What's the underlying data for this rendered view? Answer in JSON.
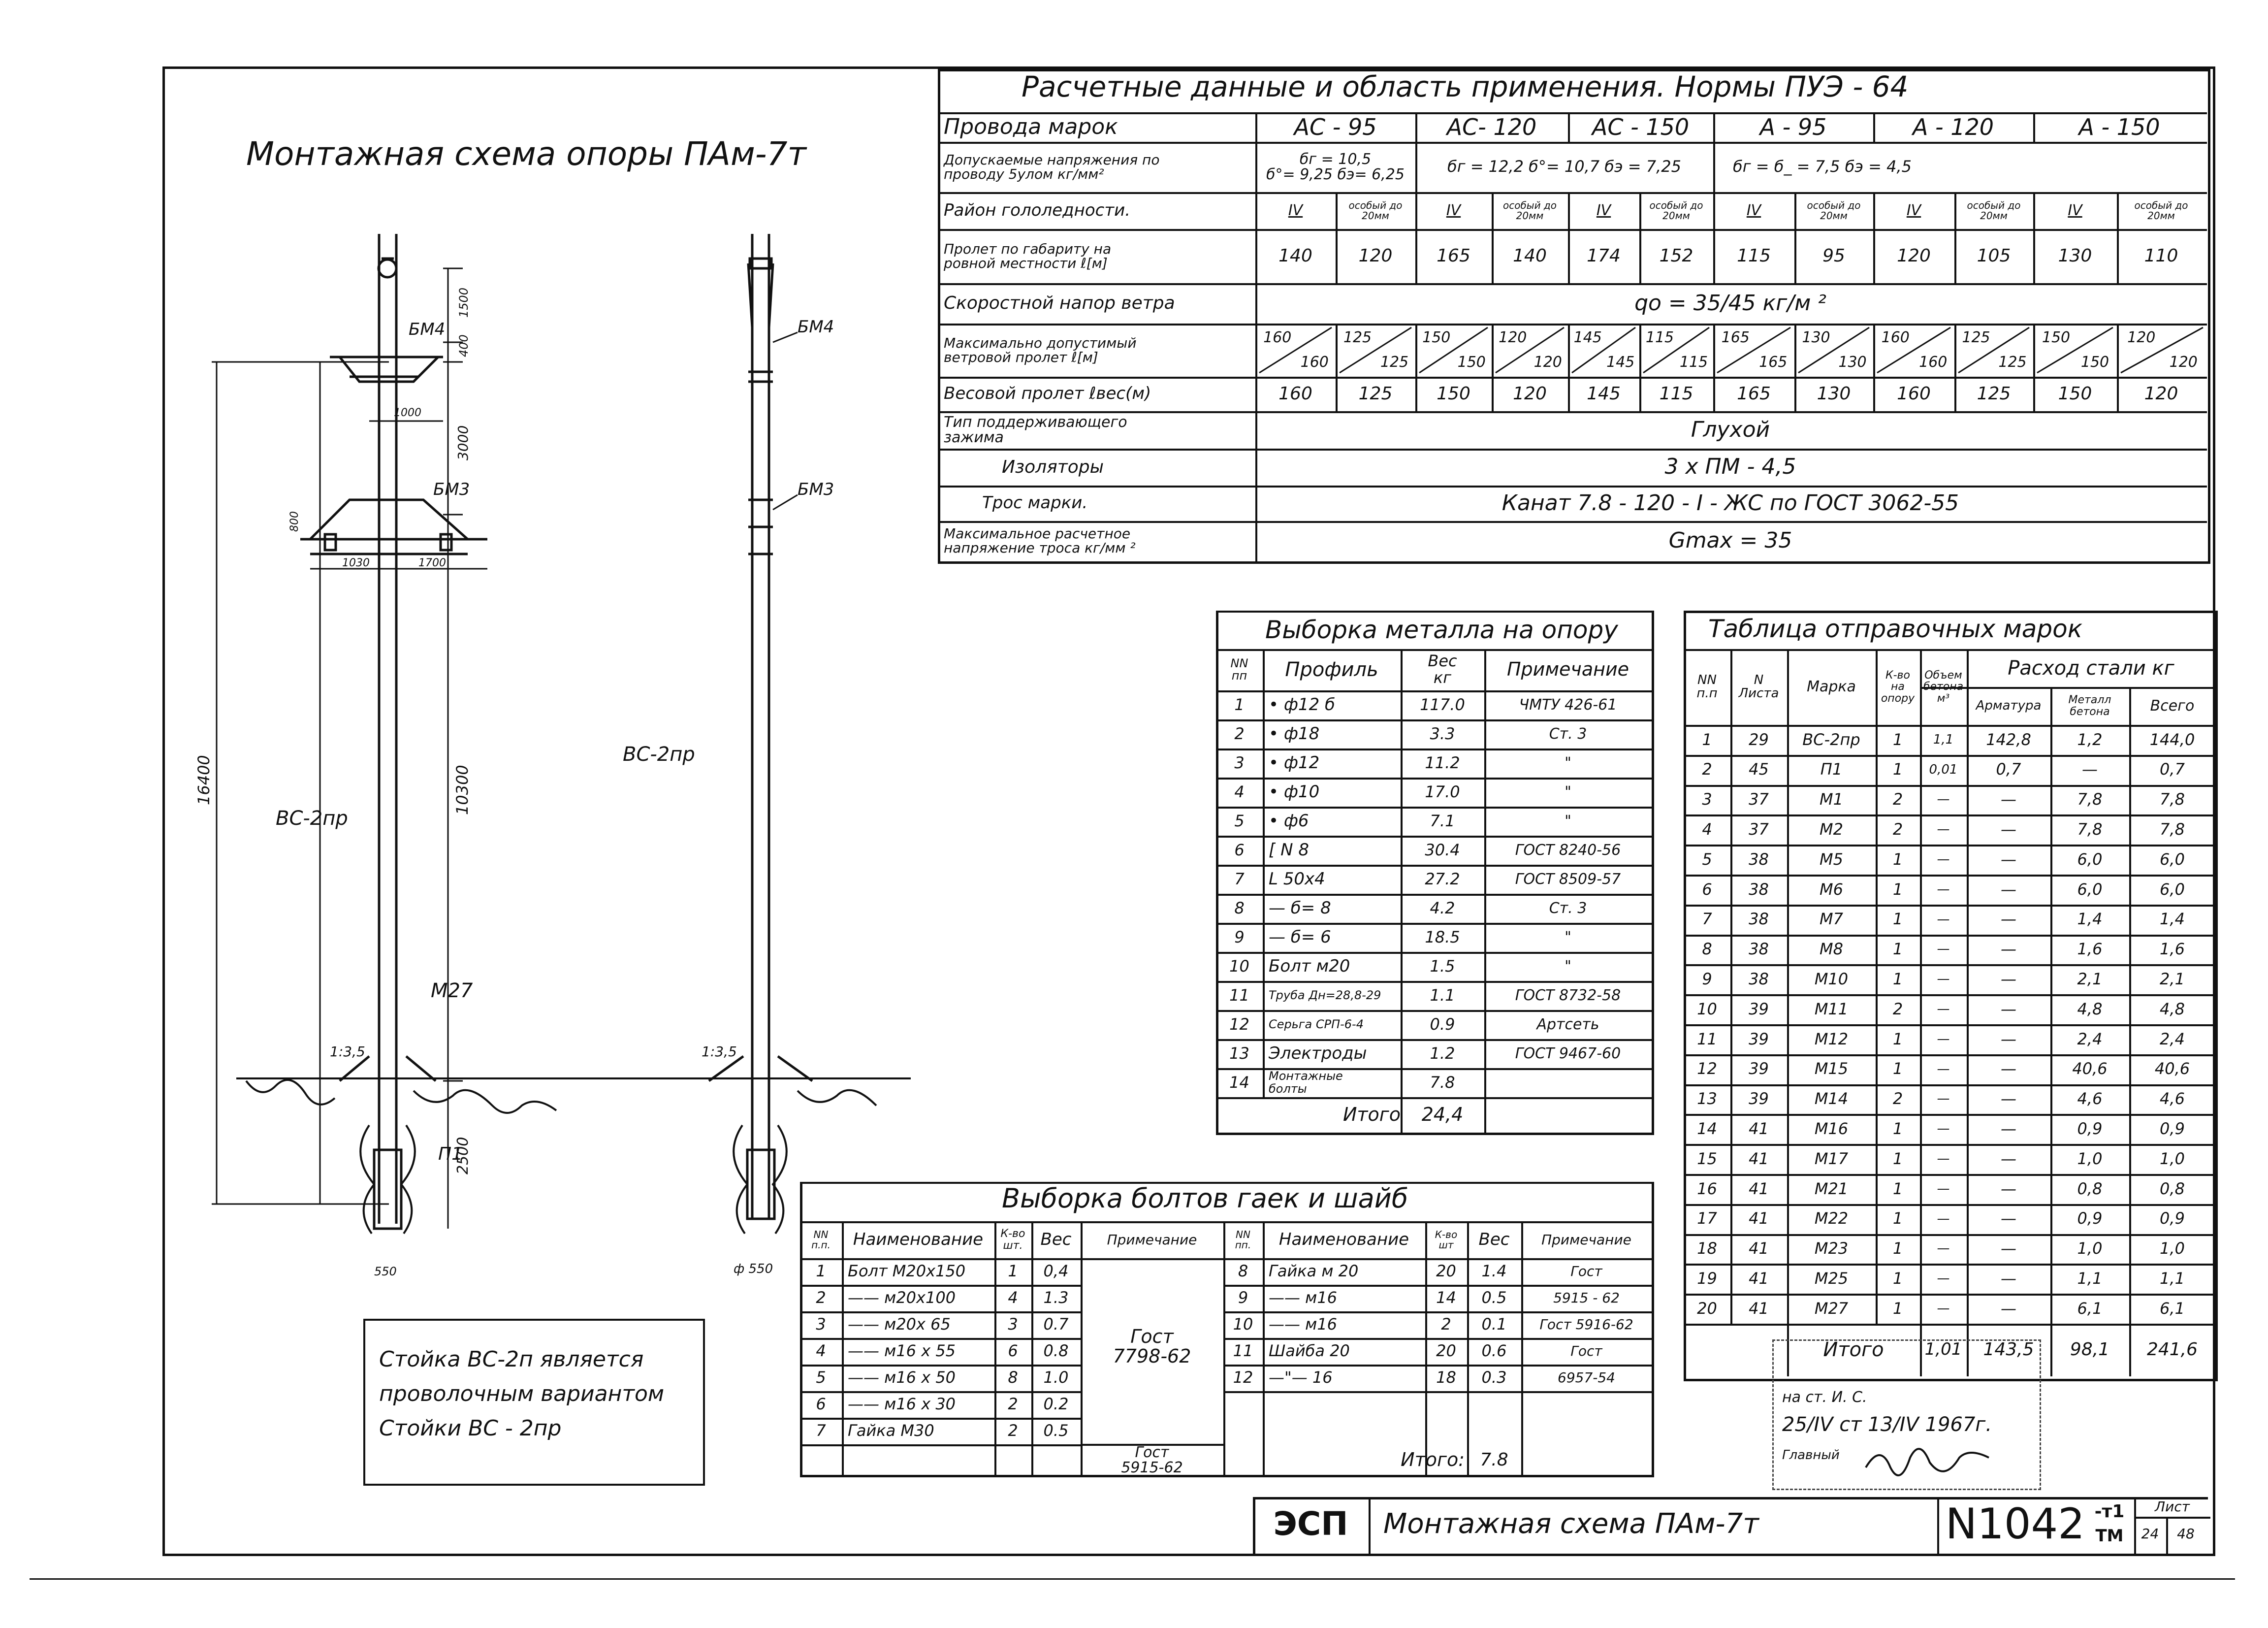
{
  "schema": {
    "title": "Монтажная схема опоры  ПАм-7т",
    "labels": {
      "bm4_left": "БМ4",
      "bm3_left": "БМ3",
      "bs_left": "ВС-2пр",
      "m27": "М27",
      "p1": "П1",
      "bm4_right": "БМ4",
      "bm3_right": "БМ3",
      "bs_right": "ВС-2пр",
      "slope_left": "1:3,5",
      "slope_right": "1:3,5",
      "dim_16400": "16400",
      "dim_10300": "10300",
      "dim_2500": "2500",
      "dim_1500": "1500",
      "dim_400": "400",
      "dim_3000": "3000",
      "dim_1000": "1000",
      "dim_1030": "1030",
      "dim_1700": "1700",
      "dim_800": "800",
      "dim_550_left": "550",
      "dim_550_right": "ф 550"
    }
  },
  "note": {
    "lines": [
      "Стойка ВС-2п является",
      "проволочным вариантом",
      "Стойки  ВС - 2пр"
    ]
  },
  "design_table": {
    "title": "Расчетные  данные  и  область  применения. Нормы   ПУЭ - 64",
    "wire_label": "Провода  марок",
    "wires": [
      "АС - 95",
      "АС- 120",
      "АС - 150",
      "А - 95",
      "А - 120",
      "А - 150"
    ],
    "rows": {
      "stress": {
        "label": "Допускаемые напряжения по\nпроводу 5улом кг/мм²",
        "ac95": "бг = 10,5\nб°= 9,25 бэ= 6,25",
        "ac120_150": "бг = 12,2  б°= 10,7 бэ = 7,25",
        "a_group": "бг = б_ = 7,5      бэ = 4,5"
      },
      "ice": {
        "label": "Район  гололедности.",
        "values": [
          "IV",
          "особый до\n20мм",
          "IV",
          "особый до\n20мм",
          "IV",
          "особый до\n20мм",
          "IV",
          "особый до\n20мм",
          "IV",
          "особый до\n20мм",
          "IV",
          "особый до\n20мм"
        ]
      },
      "span": {
        "label": "Пролет  по габариту на\nровной местности  ℓ[м]",
        "values": [
          "140",
          "120",
          "165",
          "140",
          "174",
          "152",
          "115",
          "95",
          "120",
          "105",
          "130",
          "110"
        ]
      },
      "wind": {
        "label": "Скоростной  напор  ветра",
        "value": "qo = 35/45 кг/м ²"
      },
      "wind_span": {
        "label": "Максимально допустимый\nветровой пролет    ℓ[м]",
        "values": [
          [
            "160",
            "160"
          ],
          [
            "125",
            "125"
          ],
          [
            "150",
            "150"
          ],
          [
            "120",
            "120"
          ],
          [
            "145",
            "145"
          ],
          [
            "115",
            "115"
          ],
          [
            "165",
            "165"
          ],
          [
            "130",
            "130"
          ],
          [
            "160",
            "160"
          ],
          [
            "125",
            "125"
          ],
          [
            "150",
            "150"
          ],
          [
            "120",
            "120"
          ]
        ]
      },
      "weight_span": {
        "label": "Весовой пролет   ℓвес(м)",
        "values": [
          "160",
          "125",
          "150",
          "120",
          "145",
          "115",
          "165",
          "130",
          "160",
          "125",
          "150",
          "120"
        ]
      },
      "clamp": {
        "label": "Тип поддерживающего\nзажима",
        "value": "Глухой"
      },
      "insulators": {
        "label": "Изоляторы",
        "value": "3 х ПМ - 4,5"
      },
      "rope": {
        "label": "Трос  марки.",
        "value": "Канат  7.8 - 120 - I - ЖС  по  ГОСТ  3062-55"
      },
      "rope_stress": {
        "label": "Максимальное расчетное\nнапряжение троса кг/мм ²",
        "value": "Gmax = 35"
      }
    }
  },
  "metal_table": {
    "title": "Выборка металла на опору",
    "headers": [
      "NN\nпп",
      "Профиль",
      "Вес\nкг",
      "Примечание"
    ],
    "rows": [
      [
        "1",
        "• ф12 б",
        "117.0",
        "ЧМТУ 426-61"
      ],
      [
        "2",
        "• ф18",
        "3.3",
        "Ст. 3"
      ],
      [
        "3",
        "• ф12",
        "11.2",
        "\""
      ],
      [
        "4",
        "• ф10",
        "17.0",
        "\""
      ],
      [
        "5",
        "• ф6",
        "7.1",
        "\""
      ],
      [
        "6",
        "[ N 8",
        "30.4",
        "ГОСТ 8240-56"
      ],
      [
        "7",
        "L 50х4",
        "27.2",
        "ГОСТ 8509-57"
      ],
      [
        "8",
        "— б= 8",
        "4.2",
        "Ст. 3"
      ],
      [
        "9",
        "— б= 6",
        "18.5",
        "\""
      ],
      [
        "10",
        "Болт м20",
        "1.5",
        "\""
      ],
      [
        "11",
        "Труба Дн=28,8-29",
        "1.1",
        "ГОСТ 8732-58"
      ],
      [
        "12",
        "Серьга СРП-6-4",
        "0.9",
        "Артсеть"
      ],
      [
        "13",
        "Электроды",
        "1.2",
        "ГОСТ 9467-60"
      ],
      [
        "14",
        "Монтажные\nболты",
        "7.8",
        ""
      ]
    ],
    "total_label": "Итого",
    "total_value": "24,4"
  },
  "marks_table": {
    "title": "Таблица отправочных марок",
    "headers": {
      "nn": "NN\nп.п",
      "sheet": "N\nЛиста",
      "mark": "Марка",
      "qty": "К-во\nна\nопору",
      "volume": "Объем\nбетона\nм³",
      "steel": "Расход  стали  кг",
      "arm": "Арматура",
      "metal": "Металл\nбетона",
      "total": "Всего"
    },
    "rows": [
      [
        "1",
        "29",
        "ВС-2пр",
        "1",
        "1,1",
        "142,8",
        "1,2",
        "144,0"
      ],
      [
        "2",
        "45",
        "П1",
        "1",
        "0,01",
        "0,7",
        "—",
        "0,7"
      ],
      [
        "3",
        "37",
        "М1",
        "2",
        "—",
        "—",
        "7,8",
        "7,8"
      ],
      [
        "4",
        "37",
        "М2",
        "2",
        "—",
        "—",
        "7,8",
        "7,8"
      ],
      [
        "5",
        "38",
        "М5",
        "1",
        "—",
        "—",
        "6,0",
        "6,0"
      ],
      [
        "6",
        "38",
        "М6",
        "1",
        "—",
        "—",
        "6,0",
        "6,0"
      ],
      [
        "7",
        "38",
        "М7",
        "1",
        "—",
        "—",
        "1,4",
        "1,4"
      ],
      [
        "8",
        "38",
        "М8",
        "1",
        "—",
        "—",
        "1,6",
        "1,6"
      ],
      [
        "9",
        "38",
        "М10",
        "1",
        "—",
        "—",
        "2,1",
        "2,1"
      ],
      [
        "10",
        "39",
        "М11",
        "2",
        "—",
        "—",
        "4,8",
        "4,8"
      ],
      [
        "11",
        "39",
        "М12",
        "1",
        "—",
        "—",
        "2,4",
        "2,4"
      ],
      [
        "12",
        "39",
        "М15",
        "1",
        "—",
        "—",
        "40,6",
        "40,6"
      ],
      [
        "13",
        "39",
        "М14",
        "2",
        "—",
        "—",
        "4,6",
        "4,6"
      ],
      [
        "14",
        "41",
        "М16",
        "1",
        "—",
        "—",
        "0,9",
        "0,9"
      ],
      [
        "15",
        "41",
        "М17",
        "1",
        "—",
        "—",
        "1,0",
        "1,0"
      ],
      [
        "16",
        "41",
        "М21",
        "1",
        "—",
        "—",
        "0,8",
        "0,8"
      ],
      [
        "17",
        "41",
        "М22",
        "1",
        "—",
        "—",
        "0,9",
        "0,9"
      ],
      [
        "18",
        "41",
        "М23",
        "1",
        "—",
        "—",
        "1,0",
        "1,0"
      ],
      [
        "19",
        "41",
        "М25",
        "1",
        "—",
        "—",
        "1,1",
        "1,1"
      ],
      [
        "20",
        "41",
        "М27",
        "1",
        "—",
        "—",
        "6,1",
        "6,1"
      ]
    ],
    "total": {
      "label": "Итого",
      "volume": "1,01",
      "arm": "143,5",
      "metal": "98,1",
      "total": "241,6"
    }
  },
  "bolts_table": {
    "title": "Выборка болтов гаек и шайб",
    "headers": [
      "NN\nп.п.",
      "Наименование",
      "К-во\nшт.",
      "Вес",
      "Примечание",
      "NN\nпп.",
      "Наименование",
      "К-во\nшт",
      "Вес",
      "Примечание"
    ],
    "left_rows": [
      [
        "1",
        "Болт  М20х150",
        "1",
        "0,4"
      ],
      [
        "2",
        "—— м20х100",
        "4",
        "1.3"
      ],
      [
        "3",
        "—— м20х 65",
        "3",
        "0.7"
      ],
      [
        "4",
        "—— м16 х 55",
        "6",
        "0.8"
      ],
      [
        "5",
        "—— м16 х 50",
        "8",
        "1.0"
      ],
      [
        "6",
        "—— м16 х 30",
        "2",
        "0.2"
      ],
      [
        "7",
        "Гайка  М30",
        "2",
        "0.5"
      ]
    ],
    "left_note": "Гост\n7798-62",
    "left_note_last": "Гост\n5915-62",
    "right_rows": [
      [
        "8",
        "Гайка  м 20",
        "20",
        "1.4",
        "Гост"
      ],
      [
        "9",
        "——    м16",
        "14",
        "0.5",
        "5915 - 62"
      ],
      [
        "10",
        "——    м16",
        "2",
        "0.1",
        "Гост 5916-62"
      ],
      [
        "11",
        "Шайба   20",
        "20",
        "0.6",
        "Гост"
      ],
      [
        "12",
        "—\"—     16",
        "18",
        "0.3",
        "6957-54"
      ]
    ],
    "total_label": "Итого:",
    "total_value": "7.8"
  },
  "stamp": {
    "line1": "на ст. И. С.",
    "line2": "25/IV  ст 13/IV   1967г.",
    "line3": "Главный"
  },
  "title_block": {
    "org": "ЭСП",
    "name": "Монтажная  схема  ПАм-7т",
    "code": "N1042",
    "code_sub_top": "-т1",
    "code_sub_bottom": "ТМ",
    "sheet_label": "Лист",
    "sheet_num": "24",
    "sheet_total": "48"
  }
}
